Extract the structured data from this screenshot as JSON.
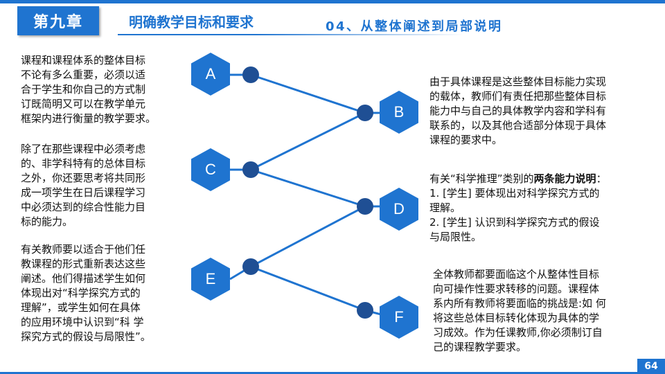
{
  "header": {
    "chapter": "第九章",
    "title": "明确教学目标和要求",
    "subtitle": "04、从整体阐述到局部说明"
  },
  "colors": {
    "accent": "#1f74d0",
    "line": "#1f74d0",
    "dot": "#1f4f94"
  },
  "nodes": [
    {
      "letter": "A"
    },
    {
      "letter": "B"
    },
    {
      "letter": "C"
    },
    {
      "letter": "D"
    },
    {
      "letter": "E"
    },
    {
      "letter": "F"
    }
  ],
  "blocks": {
    "a": {
      "lines": [
        "课程和课程体系的整体目标",
        "不论有多么重要，必须以适",
        "合于学生和你自己的方式制",
        "订既简明又可以在教学单元",
        "框架内进行衡量的教学要求。"
      ]
    },
    "b": {
      "lines": [
        "由于具体课程是这些整体目标能力实现",
        "的载体，教师们有责任把那些整体目标",
        "能力中与自己的具体教学内容和学科有",
        "联系的，以及其他合适部分体现于具体",
        "课程的要求中。"
      ]
    },
    "c": {
      "lines": [
        "除了在那些课程中必须考虑",
        "的、非学科特有的总体目标",
        "之外，你还要思考将共同形",
        "成一项学生在日后课程学习",
        "中必须达到的综合性能力目",
        "标的能力。"
      ]
    },
    "d": {
      "intro": "有关“科学推理”类别的",
      "intro_bold": "两条能力说明",
      "intro_end": "：",
      "lines": [
        "1. [学生] 要体现出对科学探究方式的",
        "理解。",
        "2. [学生] 认识到科学探究方式的假设",
        "与局限性。"
      ]
    },
    "e": {
      "lines": [
        "有关教师要以适合于他们任",
        "教课程的形式重新表达这些",
        "阐述。他们得描述学生如何",
        "体现出对“科学探究方式的",
        "理解”，或学生如何在具体",
        "的应用环境中认识到“科 学",
        "探究方式的假设与局限性”。"
      ]
    },
    "f": {
      "lines": [
        "全体教师都要面临这个从整体性目标",
        "向可操作性要求转移的问题。课程体",
        "系内所有教师将要面临的挑战是:如 何",
        "将这些总体目标转化体现为具体的学",
        "习成效。作为任课教师,你必须制订自",
        "己的课程教学要求。"
      ]
    }
  },
  "page_number": "64"
}
